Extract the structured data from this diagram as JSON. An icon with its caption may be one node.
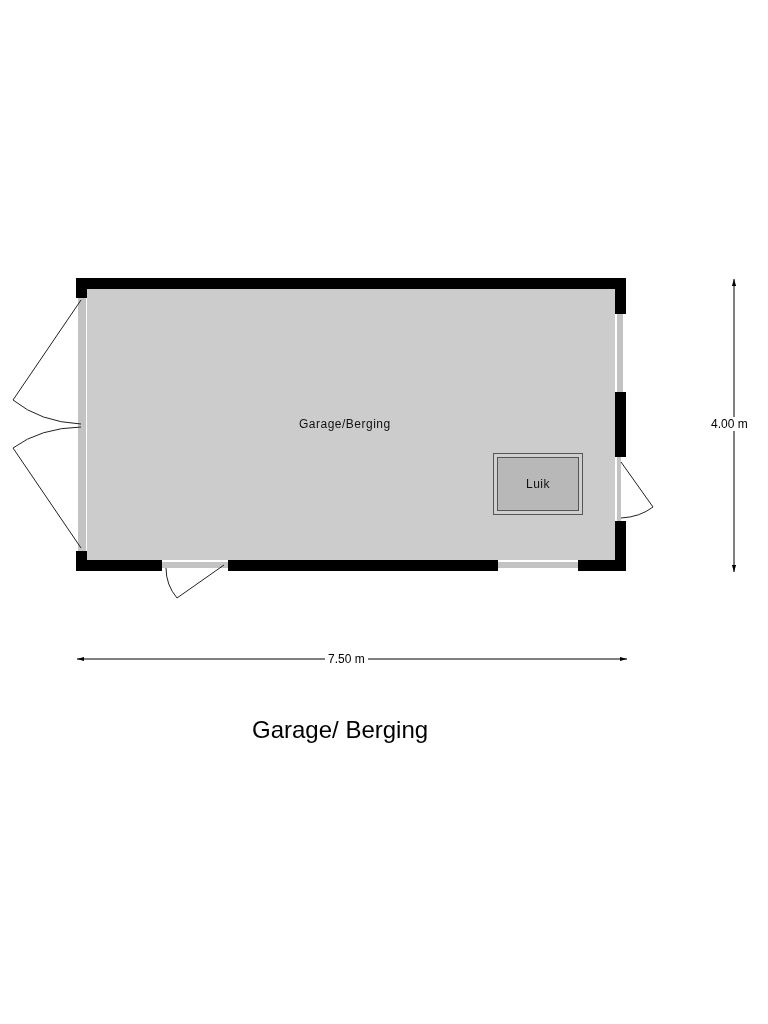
{
  "diagram": {
    "title": "Garage/ Berging",
    "nodes": [
      {
        "text": [
          "Garage/Berging"
        ]
      },
      {
        "text": [
          "Luik"
        ],
        "in": 0
      }
    ],
    "labels": [
      "4.00 m",
      "7.50 m"
    ]
  }
}
